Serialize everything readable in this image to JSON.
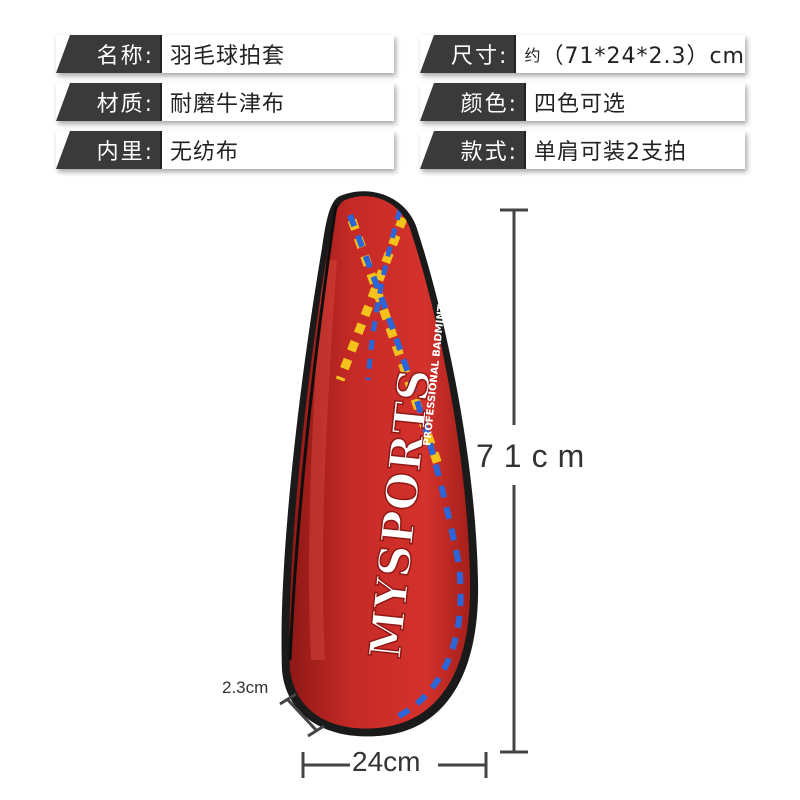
{
  "specs": {
    "name": {
      "label": "名称:",
      "value": "羽毛球拍套"
    },
    "size": {
      "label": "尺寸:",
      "value_prefix": "约",
      "value": "（71*24*2.3）cm"
    },
    "material": {
      "label": "材质:",
      "value": "耐磨牛津布"
    },
    "color": {
      "label": "颜色:",
      "value": "四色可选"
    },
    "lining": {
      "label": "内里:",
      "value": "无纺布"
    },
    "style": {
      "label": "款式:",
      "value": "单肩可装2支拍"
    }
  },
  "product": {
    "brand": "MYSPORTS",
    "tagline": "PROFESSIONAL BADMINTON",
    "colors": {
      "body": "#c62a26",
      "body_dark": "#8f1815",
      "trim": "#1a1a1a",
      "yellow": "#f3c21b",
      "blue": "#2b66d9"
    }
  },
  "dimensions": {
    "height": "71cm",
    "width": "24cm",
    "depth": "2.3cm"
  }
}
